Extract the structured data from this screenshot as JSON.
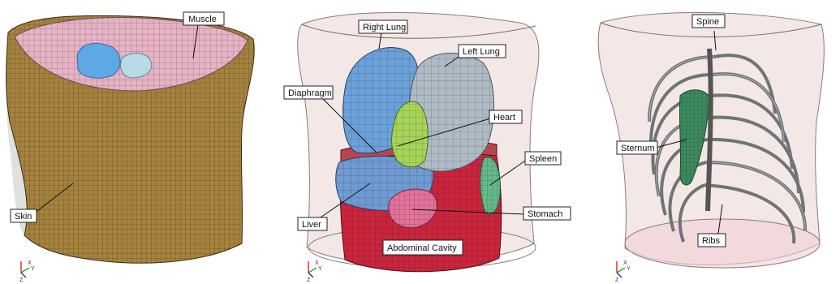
{
  "panels": [
    {
      "labels": {
        "muscle": "Muscle",
        "skin": "Skin"
      }
    },
    {
      "labels": {
        "right_lung": "Right Lung",
        "left_lung": "Left Lung",
        "diaphragm": "Diaphragm",
        "heart": "Heart",
        "spleen": "Spleen",
        "liver": "Liver",
        "stomach": "Stomach",
        "abdominal_cavity": "Abdominal Cavity"
      }
    },
    {
      "labels": {
        "spine": "Spine",
        "sternum": "Sternum",
        "ribs": "Ribs"
      }
    }
  ],
  "axis_triad": {
    "x": "X",
    "y": "Y",
    "z": "Z"
  },
  "colors": {
    "skin": "#a5823e",
    "muscle": "#e6b3c4",
    "lung_right": "#6ba1d8",
    "lung_left": "#aebbc4",
    "heart": "#a6d35a",
    "liver": "#6f9bd1",
    "spleen": "#65b98a",
    "stomach": "#e0739b",
    "abdominal": "#c8263d",
    "diaphragm": "#b9464e",
    "sternum": "#3d8a5e",
    "ribs": "#6f7476",
    "body_shell": "#e9d6d0"
  }
}
